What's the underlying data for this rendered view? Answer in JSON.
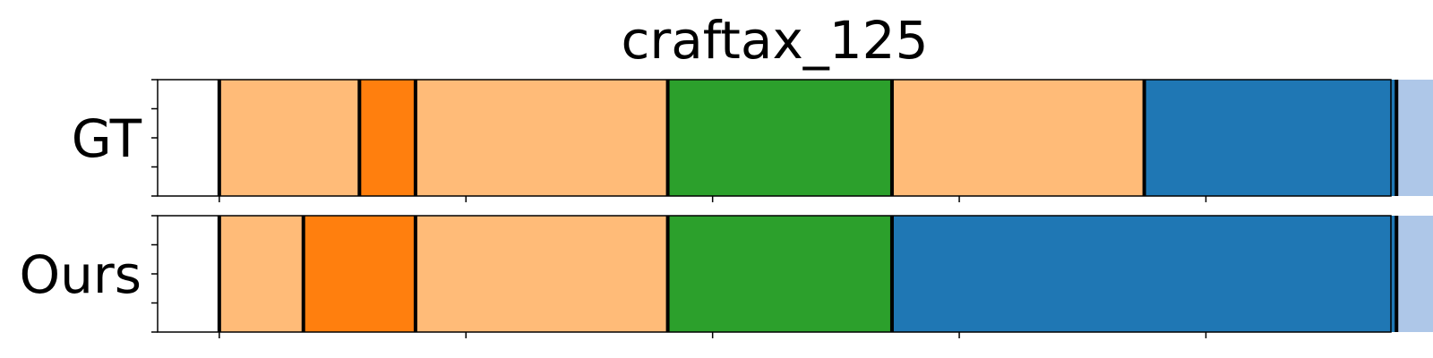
{
  "chart_data": {
    "type": "segmentation-timeline",
    "title": "craftax_125",
    "xlim": [
      0,
      1100
    ],
    "x_ticks": [
      55,
      275,
      495,
      715,
      935,
      1155
    ],
    "y_ticks_per_row": 5,
    "rows": [
      {
        "label": "GT",
        "segments": [
          {
            "start": 55,
            "end": 180,
            "color": "#ffbb78"
          },
          {
            "start": 180,
            "end": 230,
            "color": "#ff7f0e"
          },
          {
            "start": 230,
            "end": 455,
            "color": "#ffbb78"
          },
          {
            "start": 455,
            "end": 655,
            "color": "#2ca02c"
          },
          {
            "start": 655,
            "end": 880,
            "color": "#ffbb78"
          },
          {
            "start": 880,
            "end": 1105,
            "color": "#1f77b4"
          },
          {
            "start": 1105,
            "end": 1155,
            "color": "#aec7e8"
          }
        ]
      },
      {
        "label": "Ours",
        "segments": [
          {
            "start": 55,
            "end": 130,
            "color": "#ffbb78"
          },
          {
            "start": 130,
            "end": 230,
            "color": "#ff7f0e"
          },
          {
            "start": 230,
            "end": 455,
            "color": "#ffbb78"
          },
          {
            "start": 455,
            "end": 655,
            "color": "#2ca02c"
          },
          {
            "start": 655,
            "end": 1105,
            "color": "#1f77b4"
          },
          {
            "start": 1105,
            "end": 1155,
            "color": "#aec7e8"
          }
        ]
      }
    ]
  }
}
